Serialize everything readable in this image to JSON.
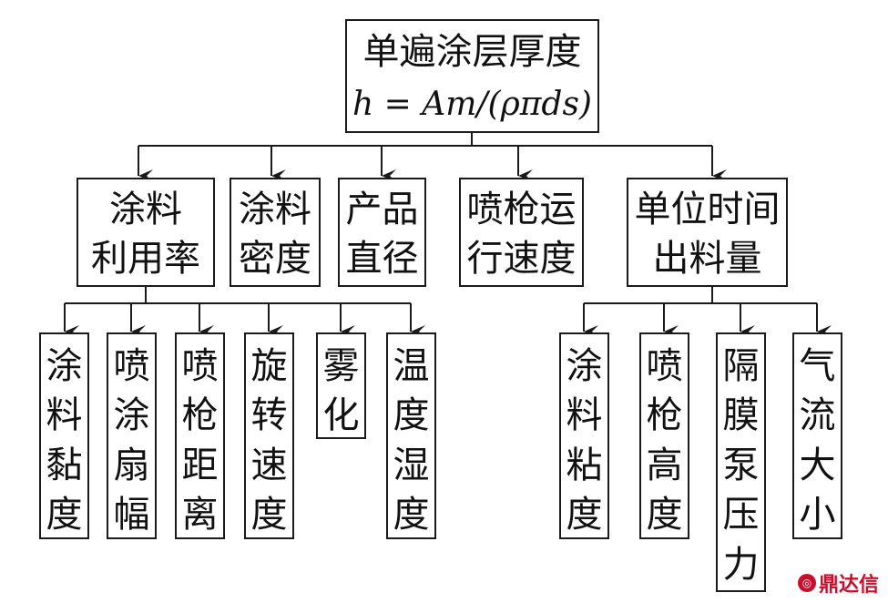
{
  "root": {
    "title": "单遍涂层厚度",
    "formula": "h = Am/(ρπds)"
  },
  "level1": [
    {
      "id": "a",
      "label": "涂料\n利用率"
    },
    {
      "id": "b",
      "label": "涂料\n密度"
    },
    {
      "id": "c",
      "label": "产品\n直径"
    },
    {
      "id": "d",
      "label": "喷枪运\n行速度"
    },
    {
      "id": "e",
      "label": "单位时间\n出料量"
    }
  ],
  "level2_left": [
    "涂料黏度",
    "喷涂扇幅",
    "喷枪距离",
    "旋转速度",
    "雾化",
    "温度湿度"
  ],
  "level2_right": [
    "涂料粘度",
    "喷枪高度",
    "隔膜泵压力",
    "气流大小"
  ],
  "watermark": {
    "text": "鼎达信",
    "icon": "logo-icon"
  }
}
